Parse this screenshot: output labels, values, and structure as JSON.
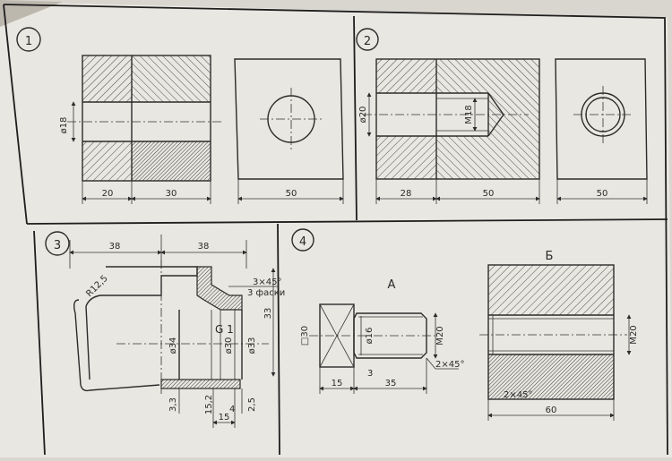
{
  "panels": {
    "p1": {
      "number": "1",
      "dim_dia": "ø18",
      "dim_left": "20",
      "dim_right": "30",
      "dim_side": "50"
    },
    "p2": {
      "number": "2",
      "dim_dia": "ø20",
      "dim_thread": "M18",
      "dim_left": "28",
      "dim_right": "50",
      "dim_side": "50"
    },
    "p3": {
      "number": "3",
      "dim_top_left": "38",
      "dim_top_right": "38",
      "radius": "R12,5",
      "chamfer": "3×45°",
      "chamfer_note": "3 фаски",
      "thread": "G 1",
      "dim_d34": "ø34",
      "dim_d30": "ø30",
      "dim_d33": "ø33",
      "dim_33": "33",
      "dim_33b": "3,3",
      "dim_152": "15,2",
      "dim_4": "4",
      "dim_25": "2,5",
      "dim_15": "15"
    },
    "p4": {
      "number": "4",
      "label_a": "A",
      "label_b": "Б",
      "dim_s30": "□30",
      "dim_d16": "ø16",
      "dim_m20": "M20",
      "dim_3": "3",
      "dim_chamfer": "2×45°",
      "dim_15": "15",
      "dim_35": "35",
      "dim_m20b": "M20",
      "dim_chamfer_b": "2×45°",
      "dim_60": "60"
    }
  },
  "colors": {
    "paper": "#e9e7e1",
    "ink": "#2b2b2b",
    "hatch": "#4a4a4a"
  }
}
